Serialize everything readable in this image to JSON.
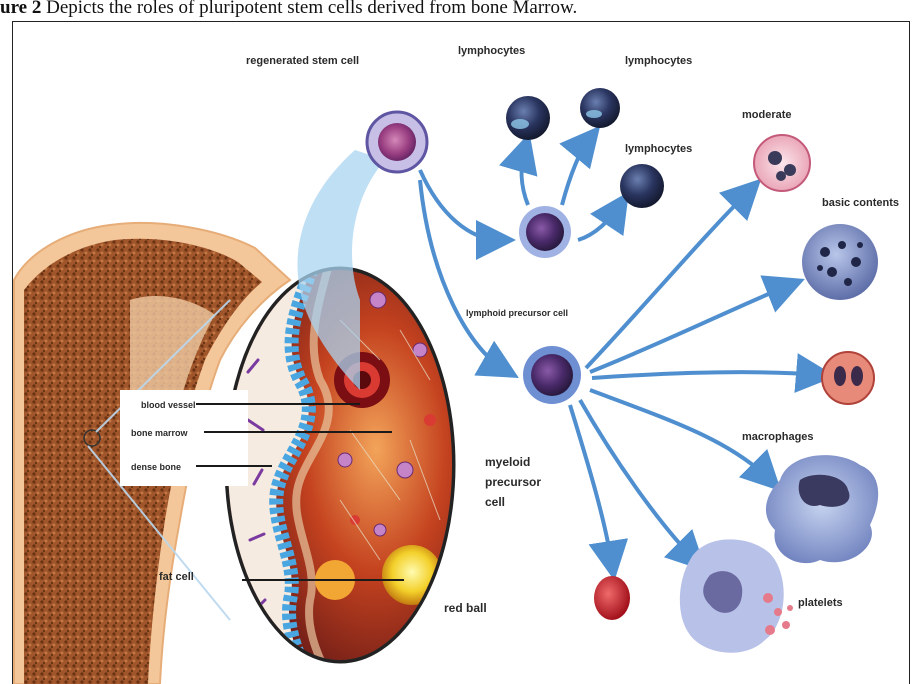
{
  "caption": {
    "prefix": "ure 2",
    "text": "Depicts the roles of pluripotent stem cells derived from bone  Marrow."
  },
  "labels": {
    "regenerated_stem_cell": "regenerated stem cell",
    "lymphocytes_1": "lymphocytes",
    "lymphocytes_2": "lymphocytes",
    "lymphocytes_3": "lymphocytes",
    "moderate": "moderate",
    "basic_contents": "basic contents",
    "lymphoid_precursor_cell": "lymphoid precursor cell",
    "blood_vessel": "blood vessel",
    "bone_marrow": "bone marrow",
    "dense_bone": "dense bone",
    "fat_cell": "fat cell",
    "myeloid_line1": "myeloid",
    "myeloid_line2": "precursor",
    "myeloid_line3": "cell",
    "red_ball": "red ball",
    "macrophages": "macrophages",
    "platelets": "platelets"
  }
}
